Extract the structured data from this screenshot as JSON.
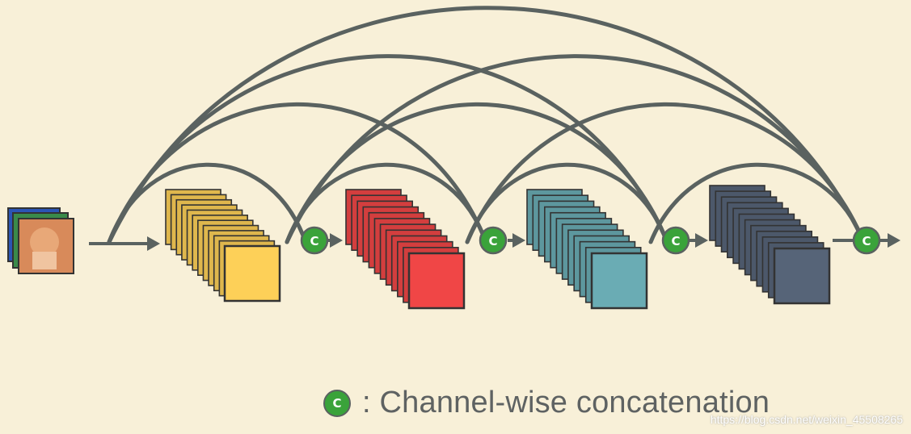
{
  "colors": {
    "background": "#f8f0d8",
    "line": "#5a6260",
    "concat_node": "#3aa33a",
    "block1": "#fdd058",
    "block2": "#f04646",
    "block3": "#6aacb4",
    "block4": "#566478"
  },
  "concat_symbol": "C",
  "legend": {
    "symbol": "C",
    "text": ": Channel-wise concatenation"
  },
  "watermark": "https://blog.csdn.net/weixin_45508265"
}
